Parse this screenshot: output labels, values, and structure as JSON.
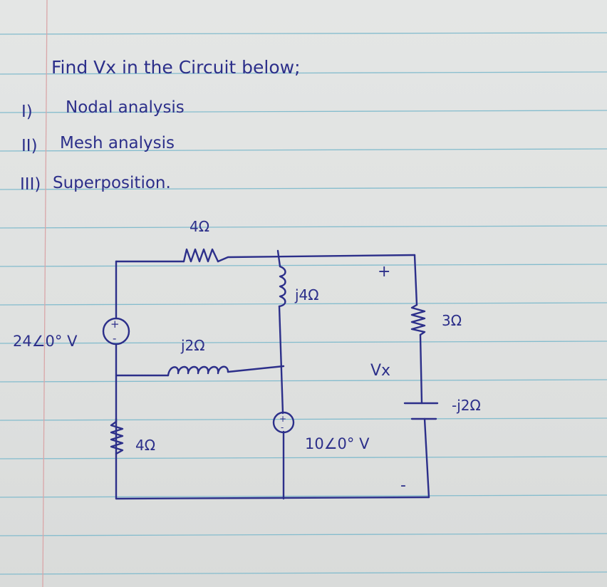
{
  "question": {
    "title": "Find Vx in the Circuit below;",
    "items": [
      {
        "num": "I)",
        "text": "Nodal analysis"
      },
      {
        "num": "II)",
        "text": "Mesh analysis"
      },
      {
        "num": "III)",
        "text": "Superposition."
      }
    ]
  },
  "circuit": {
    "resistor_top": "4Ω",
    "inductor_vertical": "j4Ω",
    "resistor_right": "3Ω",
    "source_left": "24∠0° V",
    "inductor_middle": "j2Ω",
    "capacitor_right": "-j2Ω",
    "resistor_bottom": "4Ω",
    "source_middle": "10∠0° V",
    "vx_label": "Vx",
    "vx_plus": "+",
    "vx_minus": "-",
    "source_plus": "+",
    "source_minus": "-"
  },
  "colors": {
    "ink": "#2c2f8a",
    "paper": "#e2e4e3",
    "rule": "#84bccd",
    "margin": "#d9a6a8"
  }
}
